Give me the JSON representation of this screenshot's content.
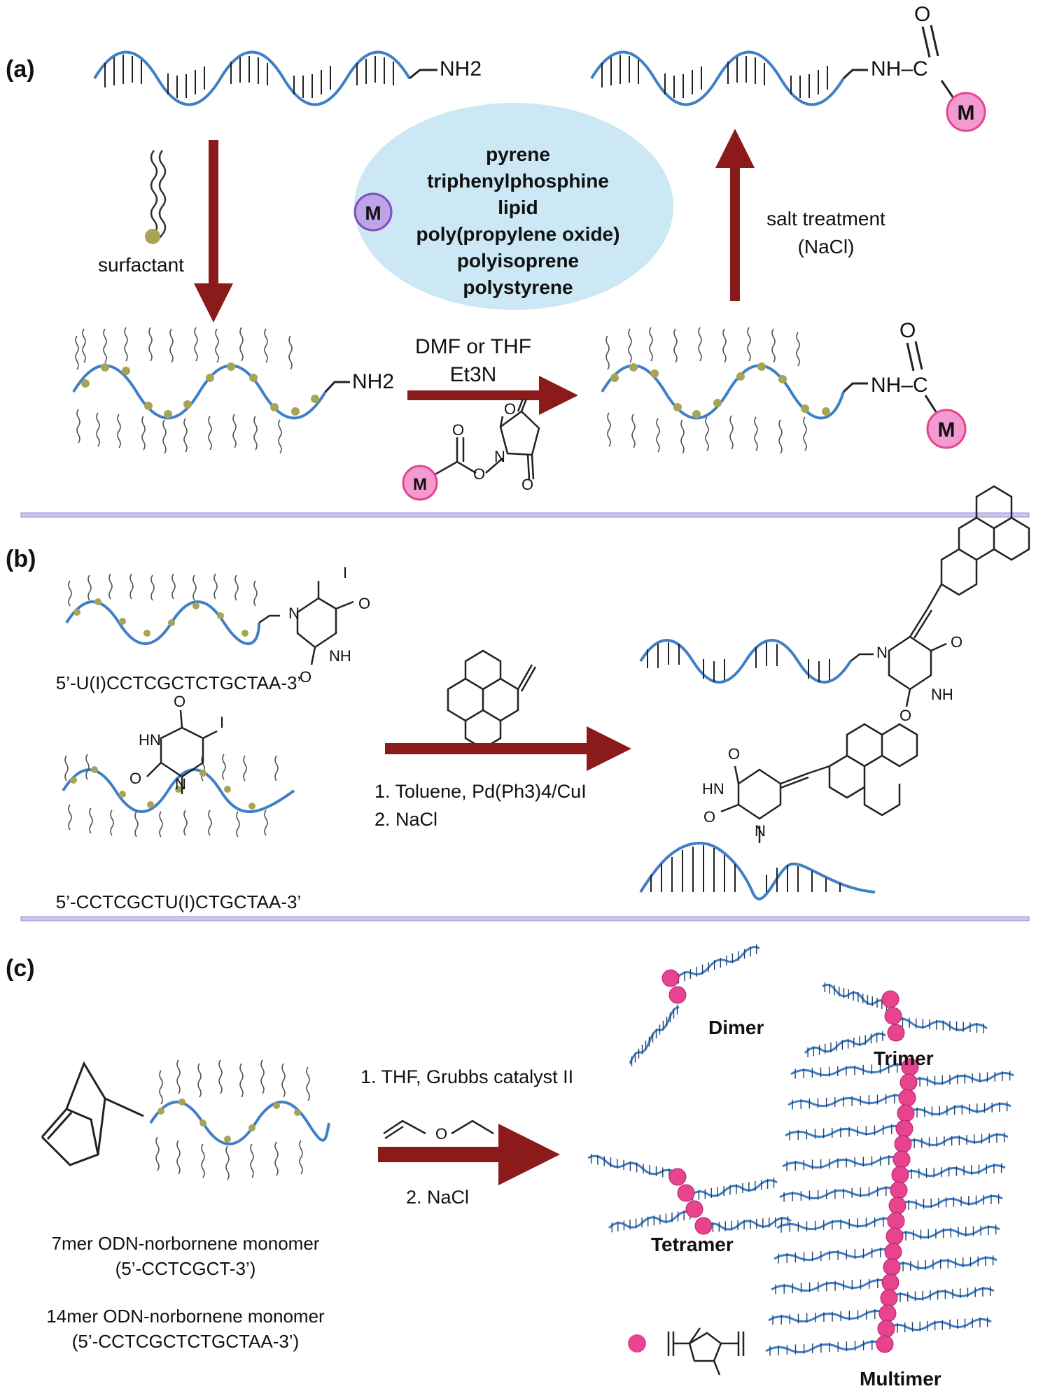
{
  "panels": {
    "a": {
      "label": "(a)",
      "surfactant_label": "surfactant",
      "m_options": [
        "pyrene",
        "triphenylphosphine",
        "lipid",
        "poly(propylene oxide)",
        "polyisoprene",
        "polystyrene"
      ],
      "m_symbol": "M",
      "reaction_conditions": [
        "DMF or THF",
        "Et3N"
      ],
      "salt_treatment": [
        "salt treatment",
        "(NaCl)"
      ],
      "amine_group": "NH2",
      "amide_group": "NH–C",
      "carbonyl_oxygen": "O"
    },
    "b": {
      "label": "(b)",
      "sequence_top": "5’-U(I)CCTCGCTCTGCTAA-3’",
      "sequence_bottom": "5’-CCTCGCTU(I)CTGCTAA-3’",
      "conditions": [
        "1. Toluene, Pd(Ph3)4/CuI",
        "2. NaCl"
      ]
    },
    "c": {
      "label": "(c)",
      "conditions": [
        "1. THF, Grubbs catalyst II",
        "2. NaCl"
      ],
      "monomer_7mer": [
        "7mer ODN-norbornene monomer",
        "(5’-CCTCGCT-3’)"
      ],
      "monomer_14mer": [
        "14mer ODN-norbornene monomer",
        "(5’-CCTCGCTCTGCTAA-3’)"
      ],
      "oligomers": [
        "Dimer",
        "Trimer",
        "Tetramer",
        "Multimer"
      ]
    }
  },
  "colors": {
    "dna_strand": "#3f7fc6",
    "arrow": "#8b1a1a",
    "m_bead": "#e8438e",
    "m_badge": "#f39bd0",
    "ellipse": "#cbe8f4",
    "surfactant_head": "#a7a455",
    "divider": "#b7a6dd"
  }
}
